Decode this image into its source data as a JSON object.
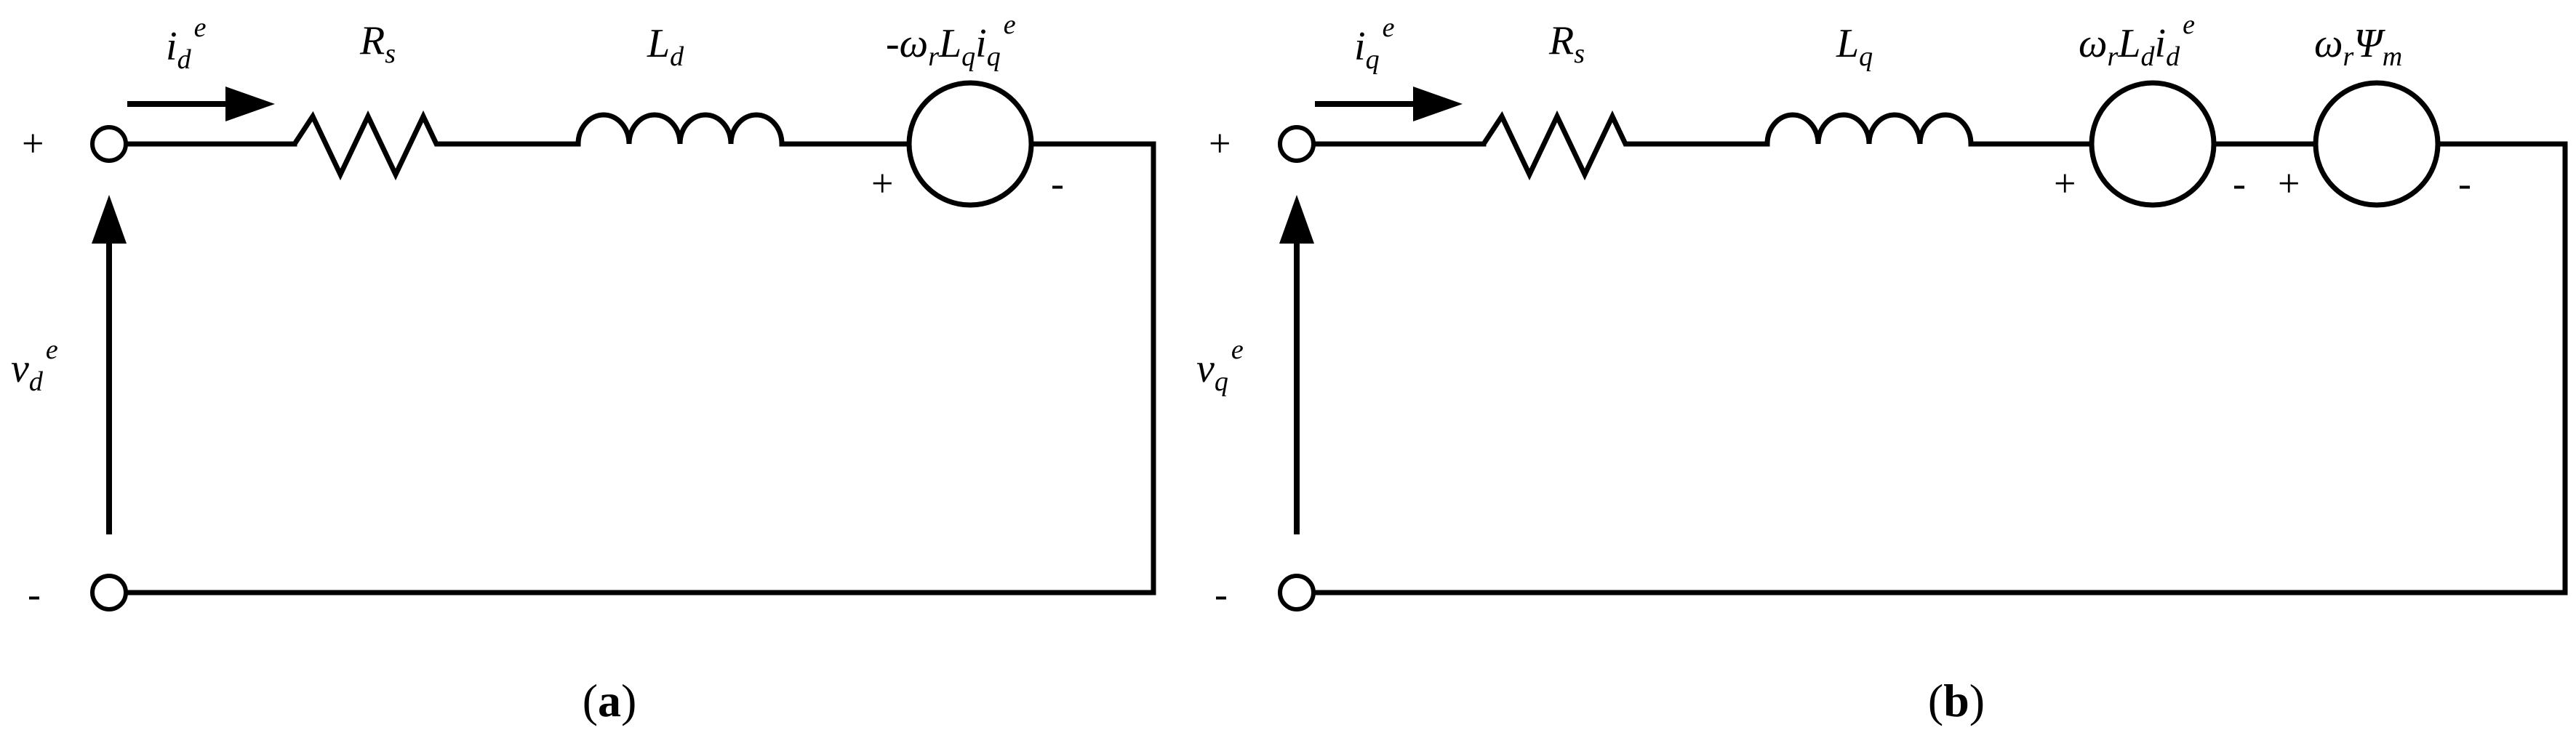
{
  "panel_a": {
    "caption_open": "(",
    "caption_letter": "a",
    "caption_close": ")",
    "current_label": {
      "base": "i",
      "sub": "d",
      "sup": "e"
    },
    "voltage_label": {
      "base": "v",
      "sub": "d",
      "sup": "e"
    },
    "resistor_label": {
      "base": "R",
      "sub": "s"
    },
    "inductor_label": {
      "base": "L",
      "sub": "d"
    },
    "source_label": {
      "prefix": "-ω",
      "sub1": "r",
      "mid": "L",
      "sub2": "q",
      "tail": "i",
      "sub3": "q",
      "sup": "e"
    },
    "plus_top": "+",
    "minus_bottom": "-",
    "source_plus": "+",
    "source_minus": "-"
  },
  "panel_b": {
    "caption_open": "(",
    "caption_letter": "b",
    "caption_close": ")",
    "current_label": {
      "base": "i",
      "sub": "q",
      "sup": "e"
    },
    "voltage_label": {
      "base": "v",
      "sub": "q",
      "sup": "e"
    },
    "resistor_label": {
      "base": "R",
      "sub": "s"
    },
    "inductor_label": {
      "base": "L",
      "sub": "q"
    },
    "source1_label": {
      "prefix": "ω",
      "sub1": "r",
      "mid": "L",
      "sub2": "d",
      "tail": "i",
      "sub3": "d",
      "sup": "e"
    },
    "source2_label": {
      "prefix": "ω",
      "sub1": "r",
      "mid": "Ψ",
      "sub2": "m"
    },
    "plus_top": "+",
    "minus_bottom": "-",
    "source1_plus": "+",
    "source1_minus": "-",
    "source2_plus": "+",
    "source2_minus": "-"
  }
}
